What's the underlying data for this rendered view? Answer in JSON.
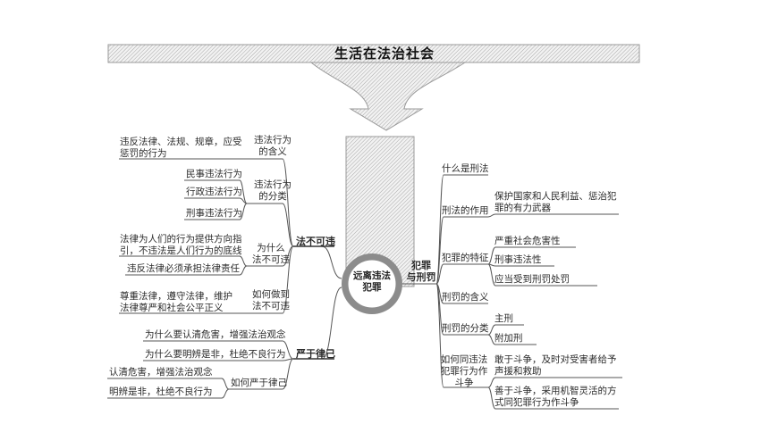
{
  "title": "生活在法治社会",
  "center": [
    "远离违法",
    "犯罪"
  ],
  "left": {
    "branch1": {
      "label": "法不可违",
      "groups": [
        {
          "label": [
            "违法行为",
            "的含义"
          ],
          "leaves": [
            [
              "违反法律、法规、规章，应受",
              "惩罚的行为"
            ]
          ]
        },
        {
          "label": [
            "违法行为",
            "的分类"
          ],
          "leaves": [
            [
              "民事违法行为"
            ],
            [
              "行政违法行为"
            ],
            [
              "刑事违法行为"
            ]
          ]
        },
        {
          "label": [
            "为什么",
            "法不可违"
          ],
          "leaves": [
            [
              "法律为人们的行为提供方向指",
              "引，不违法是人们行为的底线"
            ],
            [
              "违反法律必须承担法律责任"
            ]
          ]
        },
        {
          "label": [
            "如何做到",
            "法不可违"
          ],
          "leaves": [
            [
              "尊重法律，遵守法律，维护",
              "法律尊严和社会公平正义"
            ]
          ]
        }
      ]
    },
    "branch2": {
      "label": "严于律己",
      "groups": [
        {
          "label": [
            "为什么要认清危害，增强法治观念"
          ],
          "leaves": []
        },
        {
          "label": [
            "为什么要明辨是非，杜绝不良行为"
          ],
          "leaves": []
        },
        {
          "label": [
            "如何严于律己"
          ],
          "leaves": [
            [
              "认清危害，增强法治观念"
            ],
            [
              "明辨是非，杜绝不良行为"
            ]
          ]
        }
      ]
    }
  },
  "right": {
    "label": [
      "犯罪",
      "与刑罚"
    ],
    "groups": [
      {
        "label": [
          "什么是刑法"
        ],
        "leaves": []
      },
      {
        "label": [
          "刑法的作用"
        ],
        "leaves": [
          [
            "保护国家和人民利益、惩治犯",
            "罪的有力武器"
          ]
        ]
      },
      {
        "label": [
          "犯罪的特征"
        ],
        "leaves": [
          [
            "严重社会危害性"
          ],
          [
            "刑事违法性"
          ],
          [
            "应当受到刑罚处罚"
          ]
        ]
      },
      {
        "label": [
          "刑罚的含义"
        ],
        "leaves": []
      },
      {
        "label": [
          "刑罚的分类"
        ],
        "leaves": [
          [
            "主刑"
          ],
          [
            "附加刑"
          ]
        ]
      },
      {
        "label": [
          "如何同违法",
          "犯罪行为作",
          "斗争"
        ],
        "leaves": [
          [
            "敢于斗争，及时对受害者给予",
            "声援和救助"
          ],
          [
            "善于斗争，采用机智灵活的方",
            "式同犯罪行为作斗争"
          ]
        ]
      }
    ]
  }
}
